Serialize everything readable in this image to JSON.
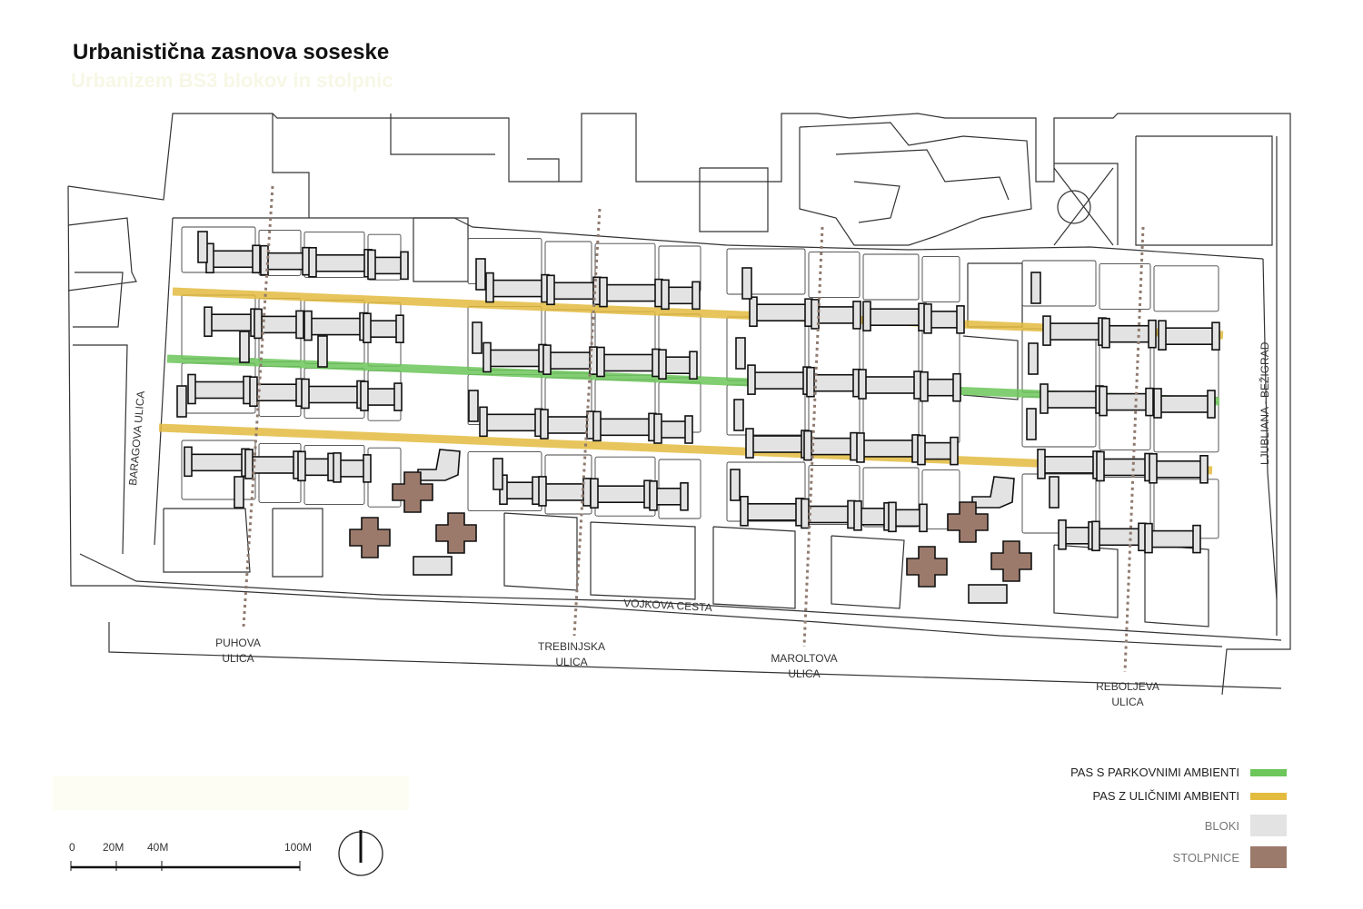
{
  "title": "Urbanistična zasnova soseske",
  "subtitle": "Urbanizem BS3 blokov in stolpnic",
  "streets": {
    "baragova": "BARAGOVA ULICA",
    "vojkova": "VOJKOVA CESTA",
    "bezigrad": "LJUBLIANA - BEŽIGRAD",
    "puhova": [
      "PUHOVA",
      "ULICA"
    ],
    "trebinjska": [
      "TREBINJSKA",
      "ULICA"
    ],
    "maroltova": [
      "MAROLTOVA",
      "ULICA"
    ],
    "rebolejeva": [
      "REBOLJEVA",
      "ULICA"
    ]
  },
  "legend": {
    "green_label": "PAS S PARKOVNIMI AMBIENTI",
    "yellow_label": "PAS Z ULIČNIMI AMBIENTI",
    "bloki_label": "BLOKI",
    "stolpnice_label": "STOLPNICE"
  },
  "scale": {
    "t0": "0",
    "t20": "20M",
    "t40": "40M",
    "t100": "100M"
  },
  "colors": {
    "green": "#6cc65a",
    "yellow": "#e3bb3f",
    "bloki": "#e3e3e3",
    "stolpnice": "#9c7a6b",
    "line": "#333333",
    "dotted": "#8f7a6e"
  }
}
